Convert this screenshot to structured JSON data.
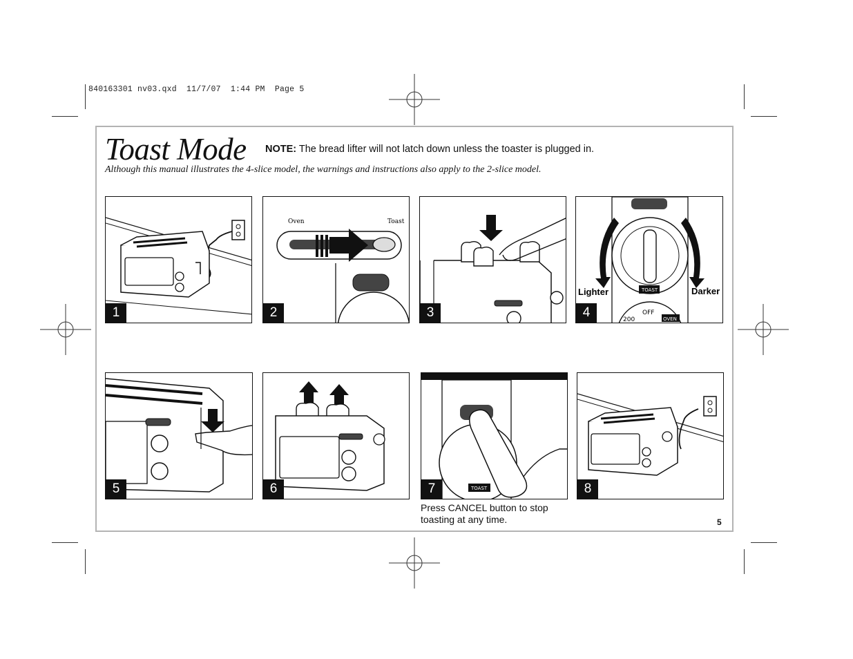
{
  "slug": "840163301 nv03.qxd  11/7/07  1:44 PM  Page 5",
  "title": "Toast Mode",
  "note": {
    "label": "NOTE:",
    "text": " The bread lifter will not latch down unless the toaster is plugged in."
  },
  "subtitle": "Although this manual illustrates the 4-slice model, the warnings and instructions also apply to the 2-slice model.",
  "steps": [
    {
      "number": "1"
    },
    {
      "number": "2",
      "oven_label": "Oven",
      "toast_label": "Toast"
    },
    {
      "number": "3"
    },
    {
      "number": "4",
      "lighter_label": "Lighter",
      "darker_label": "Darker",
      "dial_label": "TOAST",
      "off_label": "OFF",
      "oven_label": "OVEN",
      "temp_label": "200"
    },
    {
      "number": "5"
    },
    {
      "number": "6"
    },
    {
      "number": "7",
      "caption": "Press CANCEL button to stop toasting at any time.",
      "dial_label": "TOAST"
    },
    {
      "number": "8"
    }
  ],
  "page_number": "5"
}
